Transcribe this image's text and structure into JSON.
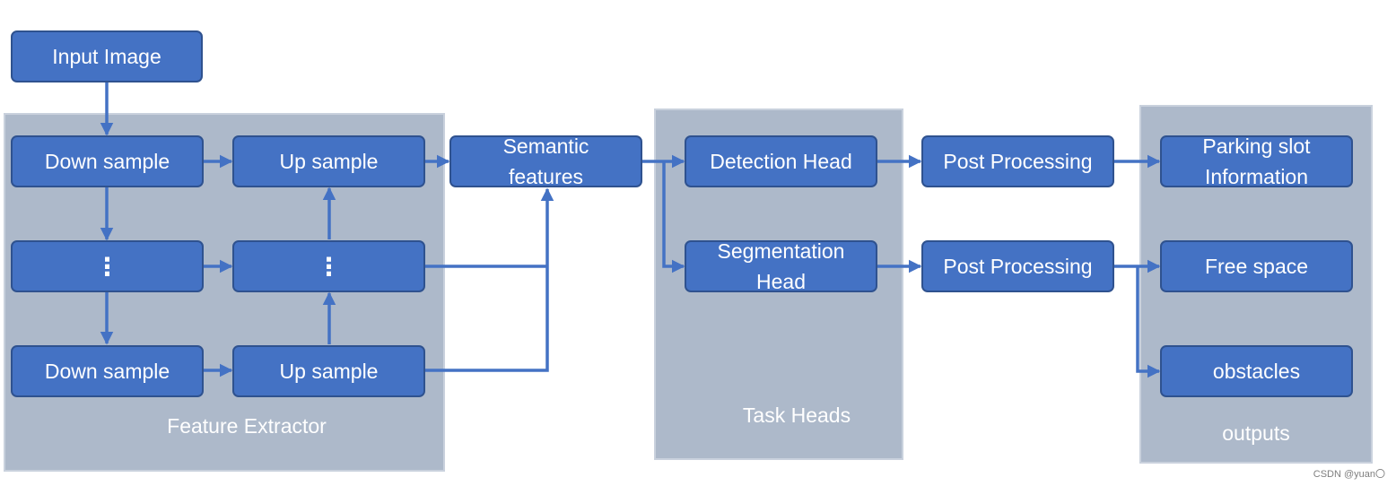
{
  "colors": {
    "box_fill": "#4472c4",
    "box_border": "#2f528f",
    "panel_fill": "#adb9ca",
    "arrow": "#4472c4"
  },
  "input": {
    "label": "Input Image"
  },
  "feature_extractor": {
    "label": "Feature Extractor",
    "down_sample_top": "Down sample",
    "up_sample_top": "Up sample",
    "down_ellipsis": "⋮",
    "up_ellipsis": "⋮",
    "down_sample_bottom": "Down sample",
    "up_sample_bottom": "Up sample"
  },
  "semantic_features": {
    "label": "Semantic\nfeatures"
  },
  "task_heads": {
    "label": "Task Heads",
    "detection_head": "Detection Head",
    "segmentation_head": "Segmentation\nHead"
  },
  "post_processing": {
    "top": "Post Processing",
    "bottom": "Post Processing"
  },
  "outputs": {
    "label": "outputs",
    "parking_slot": "Parking slot\nInformation",
    "free_space": "Free space",
    "obstacles": "obstacles"
  },
  "watermark": "CSDN @yuan〇"
}
